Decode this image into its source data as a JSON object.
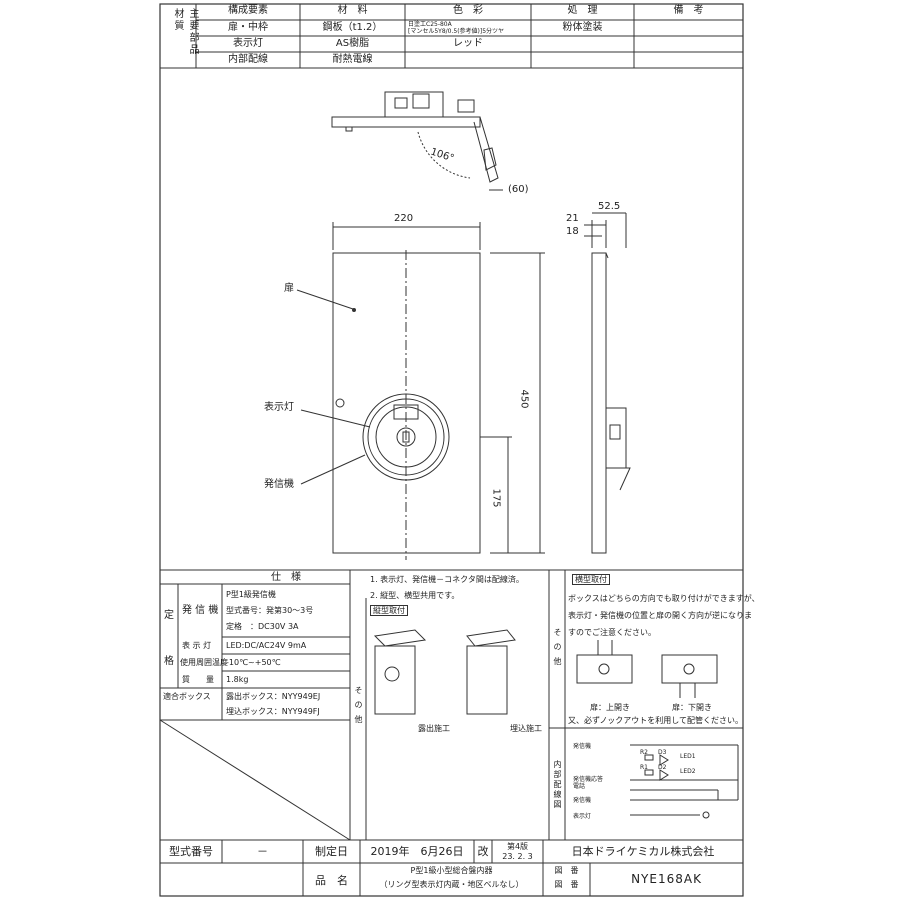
{
  "materials_table": {
    "side_label": "主要部品材質",
    "headers": [
      "構成要素",
      "材　料",
      "色　彩",
      "処　理",
      "備　考"
    ],
    "rows": [
      {
        "part": "扉・中枠",
        "material": "鋼板（t1.2）",
        "color_line1": "日塗工C25-80A",
        "color_line2": "[マンセル5Y8/0.5(参考値)]5分ツヤ",
        "treatment": "粉体塗装",
        "note": ""
      },
      {
        "part": "表示灯",
        "material": "AS樹脂",
        "color": "レッド",
        "treatment": "",
        "note": ""
      },
      {
        "part": "内部配線",
        "material": "耐熱電線",
        "color": "",
        "treatment": "",
        "note": ""
      }
    ]
  },
  "drawing": {
    "angle_label": "106°",
    "top_dim": "(60)",
    "width_dim": "220",
    "height_dim": "450",
    "bottom_dim": "175",
    "side_depth": "52.5",
    "side_dim_21": "21",
    "side_dim_18": "18",
    "label_door": "扉",
    "label_lamp": "表示灯",
    "label_transmitter": "発信機"
  },
  "spec": {
    "title": "仕　様",
    "side_label_1": "定",
    "side_label_2": "格",
    "group_transmitter": "発 信 機",
    "transmitter_lines": [
      "P型1級発信機",
      "型式番号：発第30～3号",
      "定格　：DC30V 3A"
    ],
    "lamp_label": "表 示 灯",
    "lamp_value": "LED:DC/AC24V 9mA",
    "temp_label": "使用周囲温度",
    "temp_value": "-10℃~+50℃",
    "mass_label": "質　　量",
    "mass_value": "1.8kg",
    "box_label": "適合ボックス",
    "box_exposed": "露出ボックス：NYY949EJ",
    "box_embedded": "埋込ボックス：NYY949FJ"
  },
  "notes": {
    "side_label": "そ の 他",
    "line1": "1. 表示灯、発信機－コネクタ間は配線済。",
    "line2": "2. 縦型、横型共用です。",
    "vertical_mount_title": "縦型取付",
    "caption_exposed": "露出施工",
    "caption_embedded": "埋込施工"
  },
  "horizontal": {
    "side_label": "そ の 他",
    "title": "横型取付",
    "text_lines": [
      "ボックスはどちらの方向でも取り付けができますが、",
      "表示灯・発信機の位置と扉の開く方向が逆になりま",
      "すのでご注意ください。"
    ],
    "caption_up": "扉：上開き",
    "caption_down": "扉：下開き",
    "footnote": "又、必ずノックアウトを利用して配管ください。"
  },
  "wiring": {
    "side_label": "内部配線図",
    "rows": [
      "発信機",
      "発信機応答\n電話",
      "発信機",
      "表示灯"
    ],
    "components": [
      "R2",
      "D3",
      "LED1",
      "R1",
      "D2",
      "LED2"
    ]
  },
  "title_block": {
    "model_label": "型式番号",
    "model_value": "－",
    "date_label": "制定日",
    "date_value": "2019年　6月26日",
    "rev_label": "改",
    "rev_value_line1": "第4版",
    "rev_value_line2": "23. 2. 3",
    "company": "日本ドライケミカル株式会社",
    "name_label": "品　名",
    "name_line1": "P型1級小型総合盤内器",
    "name_line2": "（リング型表示灯内蔵・地区ベルなし）",
    "drawing_no_label_1": "図　番",
    "drawing_no_label_2": "図　番",
    "drawing_no_value": "NYE168AK"
  }
}
